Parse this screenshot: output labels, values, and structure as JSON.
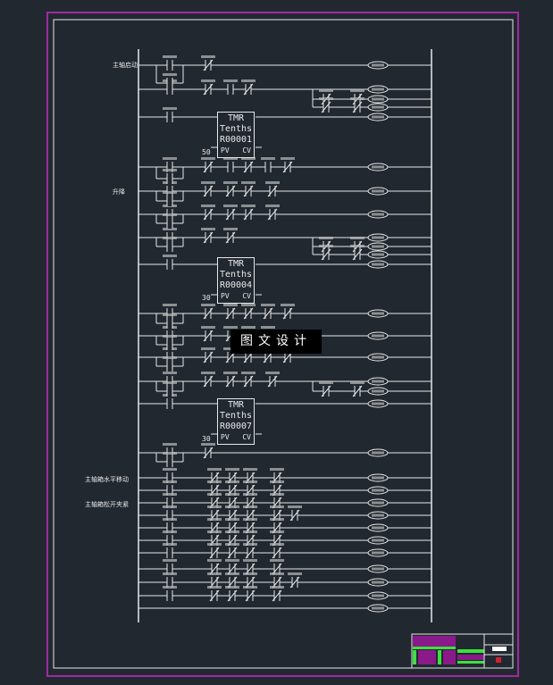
{
  "labels": {
    "spindle_start": "主轴启动",
    "lift": "升降",
    "headstock_move": "主轴箱水平移动",
    "headstock_clamp": "主轴箱松开夹紧"
  },
  "timers": [
    {
      "title": "TMR",
      "mode": "Tenths",
      "id": "R00001",
      "preset": "50",
      "pv": "PV",
      "cv": "CV"
    },
    {
      "title": "TMR",
      "mode": "Tenths",
      "id": "R00004",
      "preset": "30",
      "pv": "PV",
      "cv": "CV"
    },
    {
      "title": "TMR",
      "mode": "Tenths",
      "id": "R00007",
      "preset": "30",
      "pv": "PV",
      "cv": "CV"
    }
  ],
  "watermark": "图文设计",
  "colors": {
    "background": "#212830",
    "line": "#e8e8e8",
    "frame_outer": "#a02aa0",
    "title_block_green": "#3ee03e",
    "title_block_magenta": "#8a1a8a",
    "stamp_red": "#d02030"
  }
}
